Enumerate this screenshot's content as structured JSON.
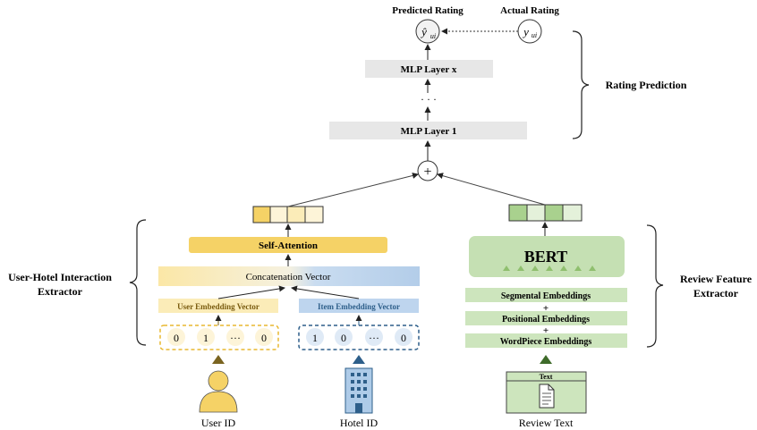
{
  "rating": {
    "predicted_label": "Predicted Rating",
    "actual_label": "Actual Rating",
    "predicted_symbol": "ŷ",
    "actual_symbol": "y",
    "subscript": "ui"
  },
  "mlp": {
    "top_label": "MLP Layer x",
    "dots": "· · ·",
    "bottom_label": "MLP Layer 1"
  },
  "combine_symbol": "+",
  "groups": {
    "rating_prediction": "Rating Prediction",
    "interaction_line1": "User-Hotel Interaction",
    "interaction_line2": "Extractor",
    "review_line1": "Review Feature",
    "review_line2": "Extractor"
  },
  "left": {
    "self_attention": "Self-Attention",
    "concatenation": "Concatenation Vector",
    "user_embedding": "User Embedding Vector",
    "item_embedding": "Item Embedding Vector",
    "user_onehot": [
      "0",
      "1",
      "···",
      "0"
    ],
    "item_onehot": [
      "1",
      "0",
      "···",
      "0"
    ]
  },
  "right": {
    "bert": "BERT",
    "segmental": "Segmental Embeddings",
    "positional": "Positional Embeddings",
    "wordpiece": "WordPiece Embeddings",
    "plus": "+"
  },
  "inputs": {
    "user_id": "User ID",
    "hotel_id": "Hotel ID",
    "review_text": "Review Text",
    "text_tag": "Text"
  },
  "colors": {
    "yellow": "#f5d266",
    "yellow_light": "#fbecb8",
    "yellow_pale": "#fdf4d8",
    "blue": "#aecbe8",
    "blue_dark": "#2e5f8a",
    "green": "#a9d18e",
    "green_light": "#cde5bd",
    "green_pale": "#e4f1da",
    "gray_box": "#e7e7e7",
    "olive": "#7a6420"
  }
}
